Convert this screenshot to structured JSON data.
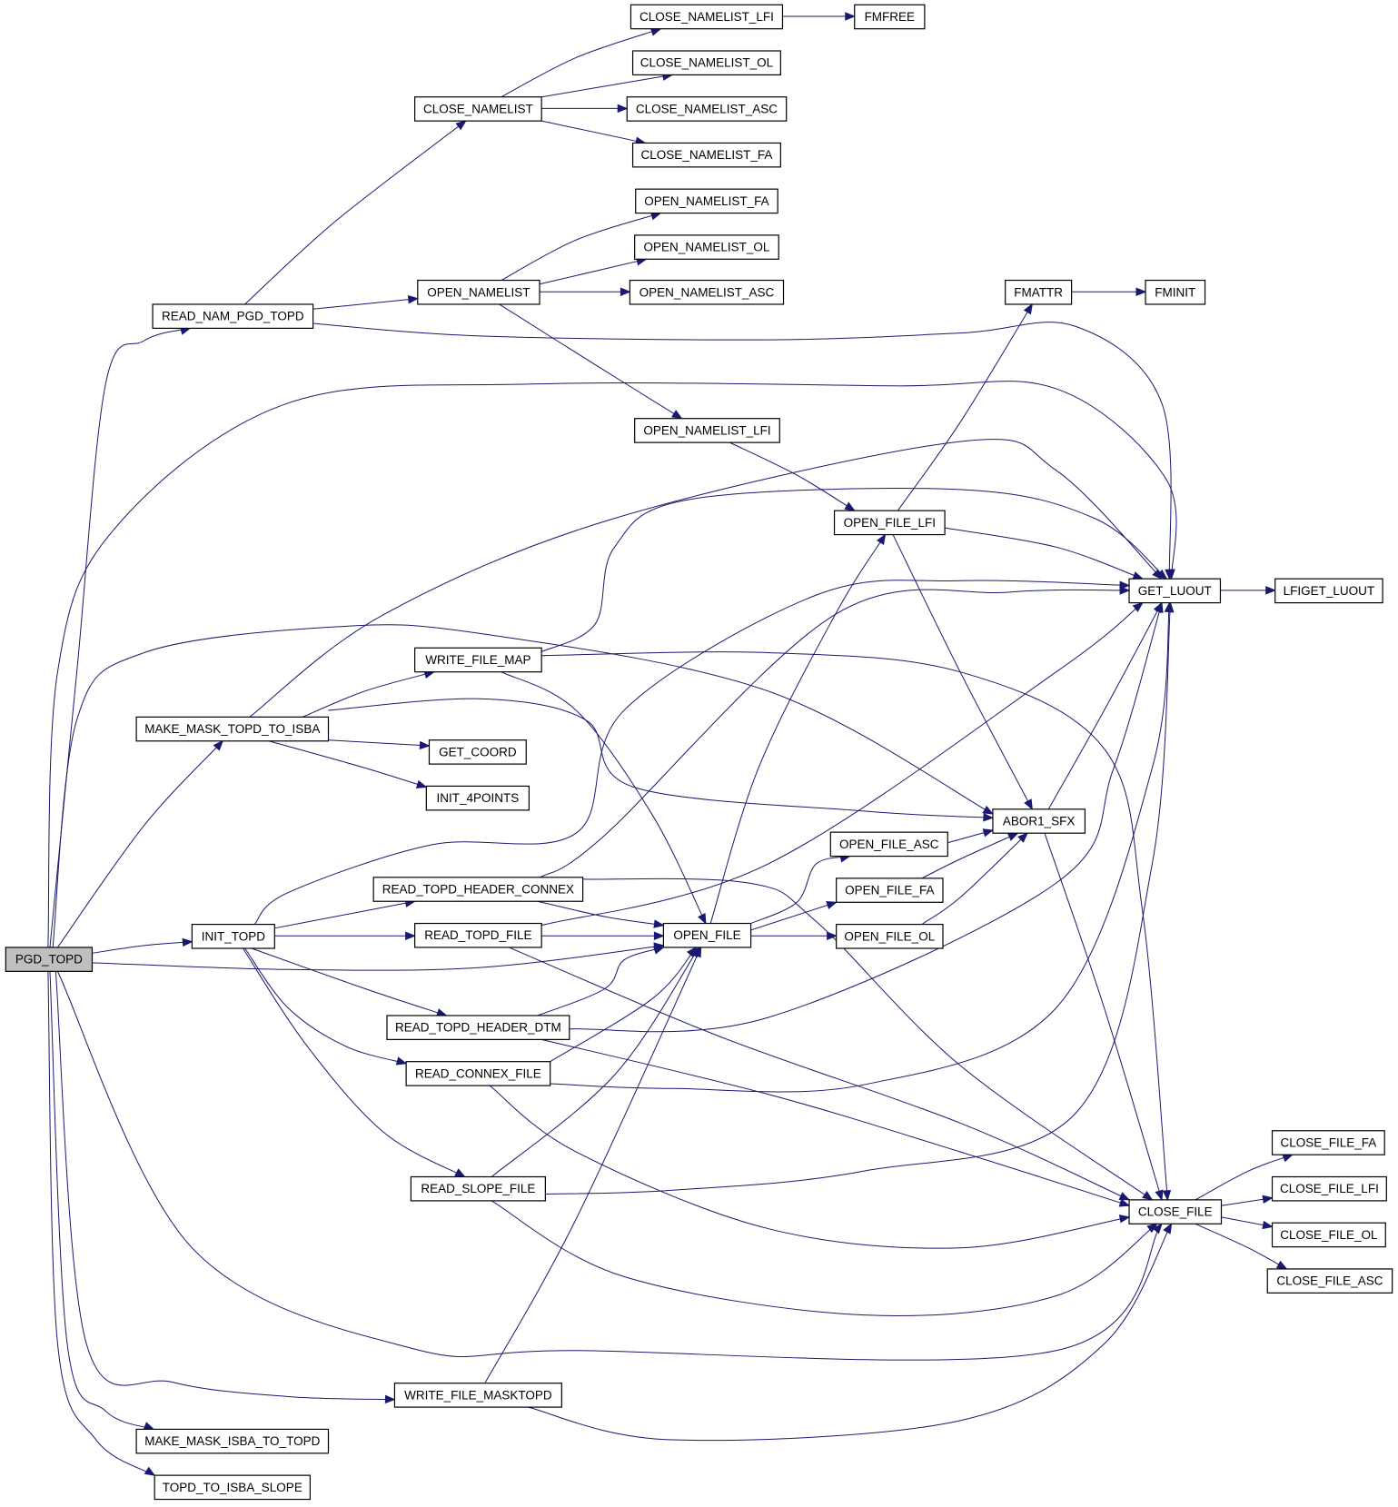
{
  "diagram": {
    "root": "PGD_TOPD",
    "colors": {
      "edge": "#191970",
      "node_border": "#000000",
      "node_fill": "#ffffff",
      "root_fill": "#bfbfbf"
    },
    "nodes": [
      {
        "id": "PGD_TOPD",
        "label": "PGD_TOPD"
      },
      {
        "id": "READ_NAM_PGD_TOPD",
        "label": "READ_NAM_PGD_TOPD"
      },
      {
        "id": "MAKE_MASK_TOPD_TO_ISBA",
        "label": "MAKE_MASK_TOPD_TO_ISBA"
      },
      {
        "id": "INIT_TOPD",
        "label": "INIT_TOPD"
      },
      {
        "id": "MAKE_MASK_ISBA_TO_TOPD",
        "label": "MAKE_MASK_ISBA_TO_TOPD"
      },
      {
        "id": "TOPD_TO_ISBA_SLOPE",
        "label": "TOPD_TO_ISBA_SLOPE"
      },
      {
        "id": "CLOSE_NAMELIST",
        "label": "CLOSE_NAMELIST"
      },
      {
        "id": "OPEN_NAMELIST",
        "label": "OPEN_NAMELIST"
      },
      {
        "id": "WRITE_FILE_MAP",
        "label": "WRITE_FILE_MAP"
      },
      {
        "id": "GET_COORD",
        "label": "GET_COORD"
      },
      {
        "id": "INIT_4POINTS",
        "label": "INIT_4POINTS"
      },
      {
        "id": "READ_TOPD_HEADER_CONNEX",
        "label": "READ_TOPD_HEADER_CONNEX"
      },
      {
        "id": "READ_TOPD_FILE",
        "label": "READ_TOPD_FILE"
      },
      {
        "id": "READ_TOPD_HEADER_DTM",
        "label": "READ_TOPD_HEADER_DTM"
      },
      {
        "id": "READ_CONNEX_FILE",
        "label": "READ_CONNEX_FILE"
      },
      {
        "id": "READ_SLOPE_FILE",
        "label": "READ_SLOPE_FILE"
      },
      {
        "id": "WRITE_FILE_MASKTOPD",
        "label": "WRITE_FILE_MASKTOPD"
      },
      {
        "id": "CLOSE_NAMELIST_LFI",
        "label": "CLOSE_NAMELIST_LFI"
      },
      {
        "id": "CLOSE_NAMELIST_OL",
        "label": "CLOSE_NAMELIST_OL"
      },
      {
        "id": "CLOSE_NAMELIST_ASC",
        "label": "CLOSE_NAMELIST_ASC"
      },
      {
        "id": "CLOSE_NAMELIST_FA",
        "label": "CLOSE_NAMELIST_FA"
      },
      {
        "id": "OPEN_NAMELIST_FA",
        "label": "OPEN_NAMELIST_FA"
      },
      {
        "id": "OPEN_NAMELIST_OL",
        "label": "OPEN_NAMELIST_OL"
      },
      {
        "id": "OPEN_NAMELIST_ASC",
        "label": "OPEN_NAMELIST_ASC"
      },
      {
        "id": "OPEN_NAMELIST_LFI",
        "label": "OPEN_NAMELIST_LFI"
      },
      {
        "id": "OPEN_FILE",
        "label": "OPEN_FILE"
      },
      {
        "id": "FMFREE",
        "label": "FMFREE"
      },
      {
        "id": "OPEN_FILE_LFI",
        "label": "OPEN_FILE_LFI"
      },
      {
        "id": "OPEN_FILE_ASC",
        "label": "OPEN_FILE_ASC"
      },
      {
        "id": "OPEN_FILE_FA",
        "label": "OPEN_FILE_FA"
      },
      {
        "id": "OPEN_FILE_OL",
        "label": "OPEN_FILE_OL"
      },
      {
        "id": "FMATTR",
        "label": "FMATTR"
      },
      {
        "id": "ABOR1_SFX",
        "label": "ABOR1_SFX"
      },
      {
        "id": "FMINIT",
        "label": "FMINIT"
      },
      {
        "id": "GET_LUOUT",
        "label": "GET_LUOUT"
      },
      {
        "id": "CLOSE_FILE",
        "label": "CLOSE_FILE"
      },
      {
        "id": "LFIGET_LUOUT",
        "label": "LFIGET_LUOUT"
      },
      {
        "id": "CLOSE_FILE_FA",
        "label": "CLOSE_FILE_FA"
      },
      {
        "id": "CLOSE_FILE_LFI",
        "label": "CLOSE_FILE_LFI"
      },
      {
        "id": "CLOSE_FILE_OL",
        "label": "CLOSE_FILE_OL"
      },
      {
        "id": "CLOSE_FILE_ASC",
        "label": "CLOSE_FILE_ASC"
      }
    ],
    "edges": [
      {
        "from": "PGD_TOPD",
        "to": "READ_NAM_PGD_TOPD"
      },
      {
        "from": "PGD_TOPD",
        "to": "GET_LUOUT"
      },
      {
        "from": "PGD_TOPD",
        "to": "ABOR1_SFX"
      },
      {
        "from": "PGD_TOPD",
        "to": "MAKE_MASK_TOPD_TO_ISBA"
      },
      {
        "from": "PGD_TOPD",
        "to": "INIT_TOPD"
      },
      {
        "from": "PGD_TOPD",
        "to": "OPEN_FILE"
      },
      {
        "from": "PGD_TOPD",
        "to": "CLOSE_FILE"
      },
      {
        "from": "PGD_TOPD",
        "to": "WRITE_FILE_MASKTOPD"
      },
      {
        "from": "PGD_TOPD",
        "to": "MAKE_MASK_ISBA_TO_TOPD"
      },
      {
        "from": "PGD_TOPD",
        "to": "TOPD_TO_ISBA_SLOPE"
      },
      {
        "from": "READ_NAM_PGD_TOPD",
        "to": "CLOSE_NAMELIST"
      },
      {
        "from": "READ_NAM_PGD_TOPD",
        "to": "OPEN_NAMELIST"
      },
      {
        "from": "READ_NAM_PGD_TOPD",
        "to": "GET_LUOUT"
      },
      {
        "from": "CLOSE_NAMELIST",
        "to": "CLOSE_NAMELIST_LFI"
      },
      {
        "from": "CLOSE_NAMELIST",
        "to": "CLOSE_NAMELIST_OL"
      },
      {
        "from": "CLOSE_NAMELIST",
        "to": "CLOSE_NAMELIST_ASC"
      },
      {
        "from": "CLOSE_NAMELIST",
        "to": "CLOSE_NAMELIST_FA"
      },
      {
        "from": "CLOSE_NAMELIST_LFI",
        "to": "FMFREE"
      },
      {
        "from": "OPEN_NAMELIST",
        "to": "OPEN_NAMELIST_FA"
      },
      {
        "from": "OPEN_NAMELIST",
        "to": "OPEN_NAMELIST_OL"
      },
      {
        "from": "OPEN_NAMELIST",
        "to": "OPEN_NAMELIST_ASC"
      },
      {
        "from": "OPEN_NAMELIST",
        "to": "OPEN_NAMELIST_LFI"
      },
      {
        "from": "OPEN_NAMELIST_LFI",
        "to": "OPEN_FILE_LFI"
      },
      {
        "from": "MAKE_MASK_TOPD_TO_ISBA",
        "to": "WRITE_FILE_MAP"
      },
      {
        "from": "MAKE_MASK_TOPD_TO_ISBA",
        "to": "GET_LUOUT"
      },
      {
        "from": "MAKE_MASK_TOPD_TO_ISBA",
        "to": "ABOR1_SFX"
      },
      {
        "from": "MAKE_MASK_TOPD_TO_ISBA",
        "to": "GET_COORD"
      },
      {
        "from": "MAKE_MASK_TOPD_TO_ISBA",
        "to": "INIT_4POINTS"
      },
      {
        "from": "WRITE_FILE_MAP",
        "to": "GET_LUOUT"
      },
      {
        "from": "WRITE_FILE_MAP",
        "to": "OPEN_FILE"
      },
      {
        "from": "WRITE_FILE_MAP",
        "to": "CLOSE_FILE"
      },
      {
        "from": "INIT_TOPD",
        "to": "GET_LUOUT"
      },
      {
        "from": "INIT_TOPD",
        "to": "READ_TOPD_HEADER_CONNEX"
      },
      {
        "from": "INIT_TOPD",
        "to": "READ_TOPD_FILE"
      },
      {
        "from": "INIT_TOPD",
        "to": "READ_TOPD_HEADER_DTM"
      },
      {
        "from": "INIT_TOPD",
        "to": "READ_CONNEX_FILE"
      },
      {
        "from": "INIT_TOPD",
        "to": "READ_SLOPE_FILE"
      },
      {
        "from": "READ_TOPD_HEADER_CONNEX",
        "to": "GET_LUOUT"
      },
      {
        "from": "READ_TOPD_HEADER_CONNEX",
        "to": "OPEN_FILE"
      },
      {
        "from": "READ_TOPD_HEADER_CONNEX",
        "to": "CLOSE_FILE"
      },
      {
        "from": "READ_TOPD_FILE",
        "to": "GET_LUOUT"
      },
      {
        "from": "READ_TOPD_FILE",
        "to": "OPEN_FILE"
      },
      {
        "from": "READ_TOPD_FILE",
        "to": "CLOSE_FILE"
      },
      {
        "from": "READ_TOPD_HEADER_DTM",
        "to": "OPEN_FILE"
      },
      {
        "from": "READ_TOPD_HEADER_DTM",
        "to": "GET_LUOUT"
      },
      {
        "from": "READ_TOPD_HEADER_DTM",
        "to": "CLOSE_FILE"
      },
      {
        "from": "READ_CONNEX_FILE",
        "to": "OPEN_FILE"
      },
      {
        "from": "READ_CONNEX_FILE",
        "to": "GET_LUOUT"
      },
      {
        "from": "READ_CONNEX_FILE",
        "to": "CLOSE_FILE"
      },
      {
        "from": "READ_SLOPE_FILE",
        "to": "OPEN_FILE"
      },
      {
        "from": "READ_SLOPE_FILE",
        "to": "GET_LUOUT"
      },
      {
        "from": "READ_SLOPE_FILE",
        "to": "CLOSE_FILE"
      },
      {
        "from": "WRITE_FILE_MASKTOPD",
        "to": "OPEN_FILE"
      },
      {
        "from": "WRITE_FILE_MASKTOPD",
        "to": "CLOSE_FILE"
      },
      {
        "from": "OPEN_FILE",
        "to": "OPEN_FILE_LFI"
      },
      {
        "from": "OPEN_FILE",
        "to": "OPEN_FILE_ASC"
      },
      {
        "from": "OPEN_FILE",
        "to": "OPEN_FILE_FA"
      },
      {
        "from": "OPEN_FILE",
        "to": "OPEN_FILE_OL"
      },
      {
        "from": "OPEN_FILE_LFI",
        "to": "FMATTR"
      },
      {
        "from": "OPEN_FILE_LFI",
        "to": "GET_LUOUT"
      },
      {
        "from": "OPEN_FILE_LFI",
        "to": "ABOR1_SFX"
      },
      {
        "from": "OPEN_FILE_ASC",
        "to": "ABOR1_SFX"
      },
      {
        "from": "OPEN_FILE_FA",
        "to": "ABOR1_SFX"
      },
      {
        "from": "OPEN_FILE_OL",
        "to": "ABOR1_SFX"
      },
      {
        "from": "FMATTR",
        "to": "FMINIT"
      },
      {
        "from": "ABOR1_SFX",
        "to": "GET_LUOUT"
      },
      {
        "from": "ABOR1_SFX",
        "to": "CLOSE_FILE"
      },
      {
        "from": "GET_LUOUT",
        "to": "LFIGET_LUOUT"
      },
      {
        "from": "CLOSE_FILE",
        "to": "CLOSE_FILE_FA"
      },
      {
        "from": "CLOSE_FILE",
        "to": "CLOSE_FILE_LFI"
      },
      {
        "from": "CLOSE_FILE",
        "to": "CLOSE_FILE_OL"
      },
      {
        "from": "CLOSE_FILE",
        "to": "CLOSE_FILE_ASC"
      }
    ]
  }
}
